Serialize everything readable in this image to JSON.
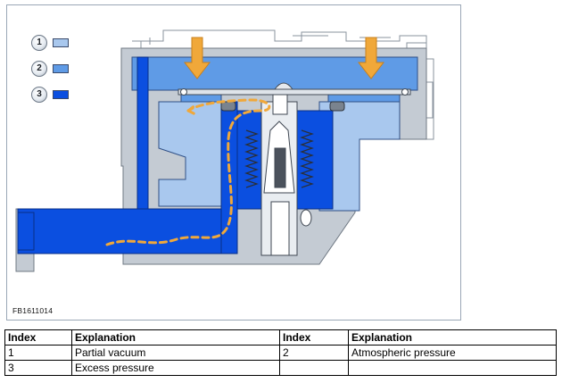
{
  "figure": {
    "code": "FB1611014",
    "legend": [
      {
        "index": "1",
        "color": "#a9c8ee"
      },
      {
        "index": "2",
        "color": "#5f9be6"
      },
      {
        "index": "3",
        "color": "#0b4fe0"
      }
    ],
    "colors": {
      "partial_vacuum": "#a9c8ee",
      "atmospheric": "#5f9be6",
      "excess_pressure": "#0b4fe0",
      "housing": "#c4cbd3",
      "flow_arrow": "#f0a83a"
    }
  },
  "table": {
    "headers": [
      "Index",
      "Explanation",
      "Index",
      "Explanation"
    ],
    "rows": [
      [
        "1",
        "Partial vacuum",
        "2",
        "Atmospheric pressure"
      ],
      [
        "3",
        "Excess pressure",
        "",
        ""
      ]
    ]
  }
}
